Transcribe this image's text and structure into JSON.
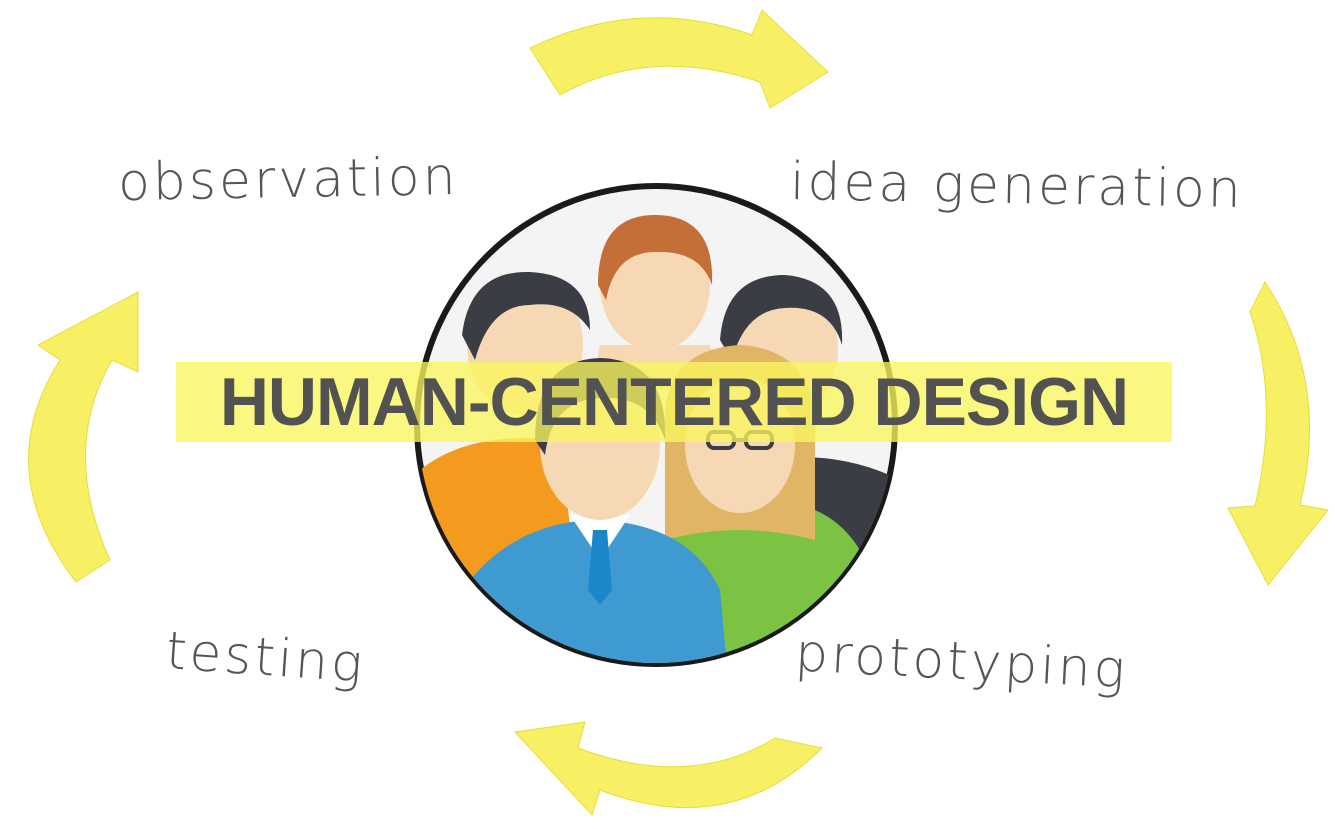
{
  "diagram": {
    "center_title": "HUMAN-CENTERED DESIGN",
    "steps": [
      {
        "id": "observation",
        "label": "observation"
      },
      {
        "id": "idea_generation",
        "label": "idea generation"
      },
      {
        "id": "prototyping",
        "label": "prototyping"
      },
      {
        "id": "testing",
        "label": "testing"
      }
    ]
  },
  "colors": {
    "arrow_yellow": "#f7f064",
    "text_gray": "#555555",
    "banner_yellow": "#faf65f",
    "circle_border": "#1a1a1a",
    "person_orange": "#f39a1f",
    "person_blue": "#3e9ad1",
    "person_green": "#7cc243",
    "hair_brown": "#c46f38",
    "hair_dark": "#3a3d44",
    "hair_blonde": "#e0b565",
    "skin": "#f6d9b4",
    "tie": "#1b86c9"
  },
  "icons": [
    "cycle-arrow-icon",
    "team-people-icon"
  ]
}
